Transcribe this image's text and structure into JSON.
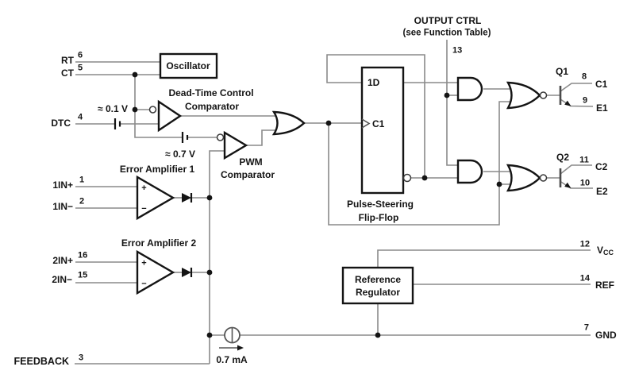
{
  "colors": {
    "background": "#ffffff",
    "wire": "#8a8a8a",
    "component": "#141414",
    "text": "#141414"
  },
  "pins_left": [
    {
      "name": "RT",
      "number": "6"
    },
    {
      "name": "CT",
      "number": "5"
    },
    {
      "name": "DTC",
      "number": "4"
    },
    {
      "name": "1IN+",
      "number": "1"
    },
    {
      "name": "1IN−",
      "number": "2"
    },
    {
      "name": "2IN+",
      "number": "16"
    },
    {
      "name": "2IN−",
      "number": "15"
    },
    {
      "name": "FEEDBACK",
      "number": "3"
    }
  ],
  "pins_right": [
    {
      "name": "C1",
      "number": "8"
    },
    {
      "name": "E1",
      "number": "9"
    },
    {
      "name": "C2",
      "number": "11"
    },
    {
      "name": "E2",
      "number": "10"
    },
    {
      "name": "V",
      "name_sub": "CC",
      "number": "12"
    },
    {
      "name": "REF",
      "number": "14"
    },
    {
      "name": "GND",
      "number": "7"
    }
  ],
  "blocks": {
    "oscillator": "Oscillator",
    "dead_time_line1": "Dead-Time Control",
    "dead_time_line2": "Comparator",
    "pwm_line1": "PWM",
    "pwm_line2": "Comparator",
    "error_amp_1": "Error Amplifier 1",
    "error_amp_2": "Error Amplifier 2",
    "flip_flop_line1": "Pulse-Steering",
    "flip_flop_line2": "Flip-Flop",
    "flip_flop_d_input": "1D",
    "flip_flop_clock_input": "C1",
    "ref_reg_line1": "Reference",
    "ref_reg_line2": "Regulator"
  },
  "annotations": {
    "output_ctrl": "OUTPUT CTRL",
    "output_ctrl_note": "(see Function Table)",
    "output_ctrl_pin": "13",
    "dtc_offset": "≈ 0.1 V",
    "pwm_offset": "≈ 0.7 V",
    "bias_current": "0.7 mA",
    "transistor_q1": "Q1",
    "transistor_q2": "Q2",
    "amp_plus": "+",
    "amp_minus": "−"
  }
}
